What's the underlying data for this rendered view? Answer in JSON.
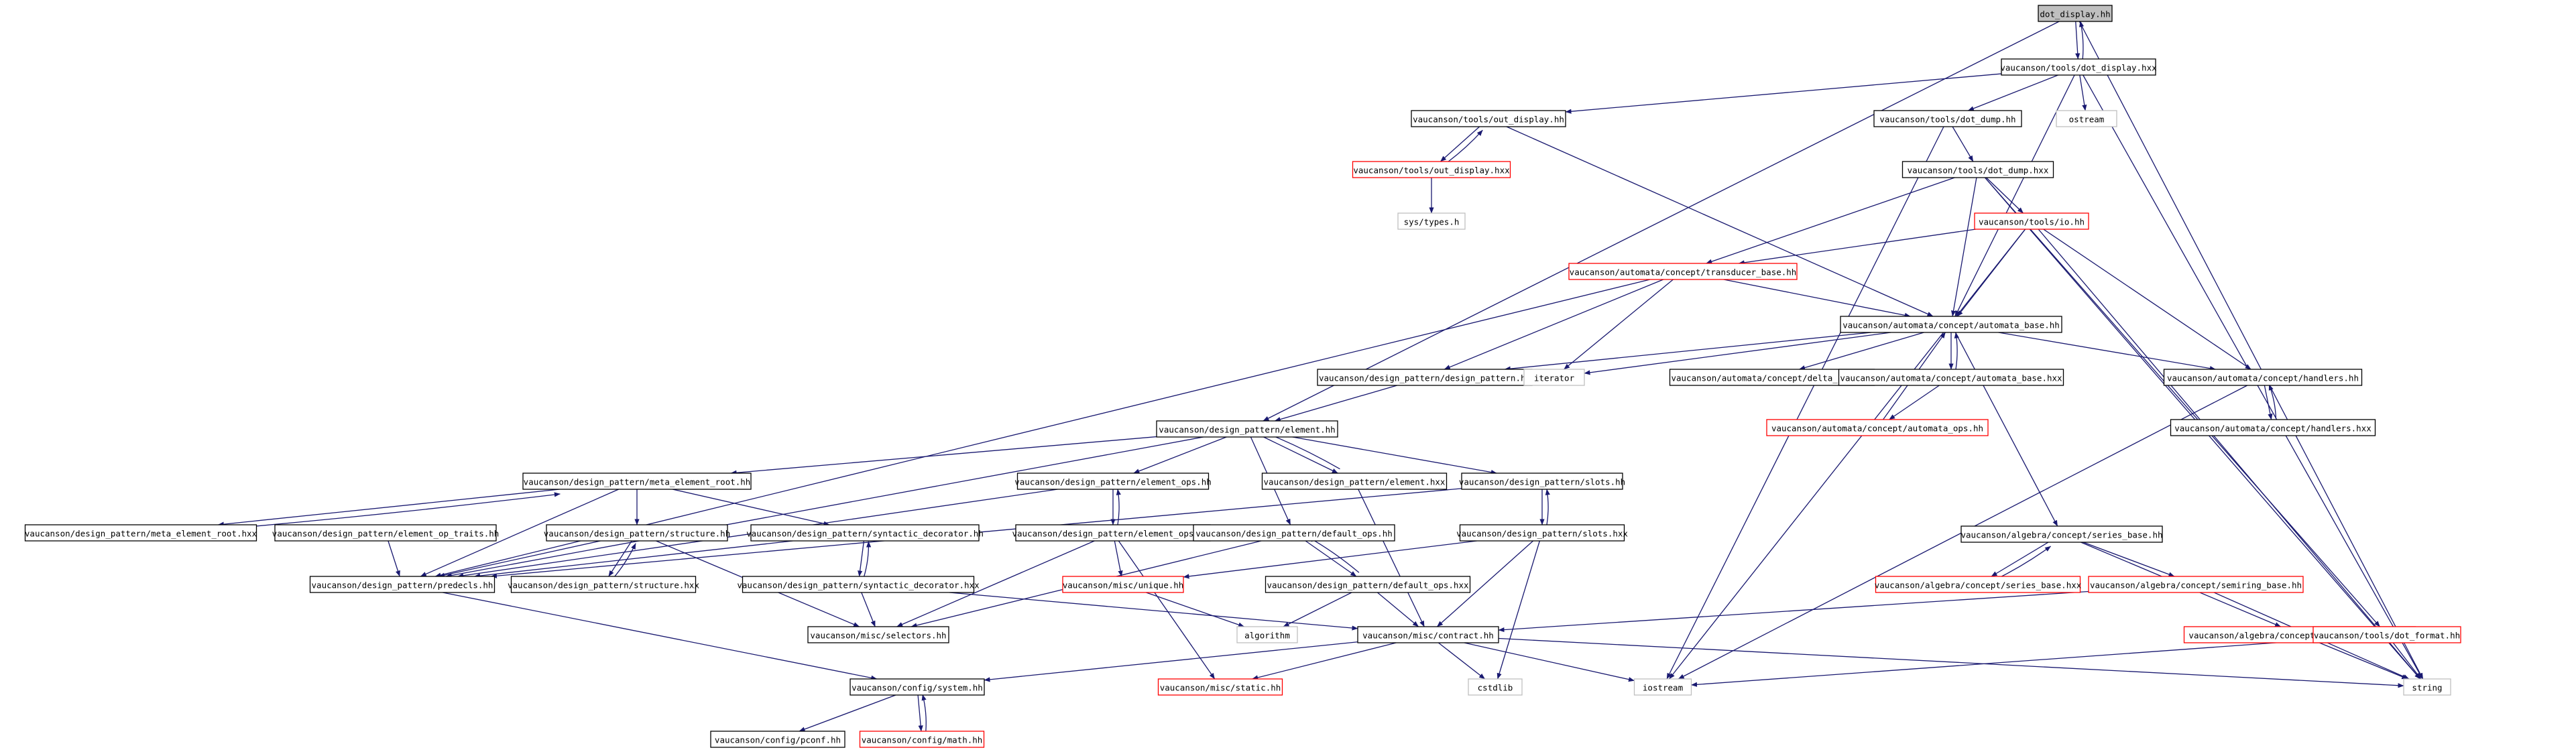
{
  "colors": {
    "edge": "#191970",
    "box_border": "#000000",
    "missing_border": "#ff0000",
    "external_border": "#bfbfbf",
    "root_fill": "#bfbfbf",
    "fill": "#ffffff"
  },
  "nodes": [
    {
      "id": "dot_display_hh",
      "label": "dot_display.hh",
      "kind": "root"
    },
    {
      "id": "tools_dot_display_hxx",
      "label": "vaucanson/tools/dot_display.hxx",
      "kind": "normal"
    },
    {
      "id": "tools_out_display_hh",
      "label": "vaucanson/tools/out_display.hh",
      "kind": "normal"
    },
    {
      "id": "tools_dot_dump_hh",
      "label": "vaucanson/tools/dot_dump.hh",
      "kind": "normal"
    },
    {
      "id": "ostream",
      "label": "ostream",
      "kind": "external"
    },
    {
      "id": "tools_out_display_hxx",
      "label": "vaucanson/tools/out_display.hxx",
      "kind": "missing"
    },
    {
      "id": "tools_dot_dump_hxx",
      "label": "vaucanson/tools/dot_dump.hxx",
      "kind": "normal"
    },
    {
      "id": "sys_types_h",
      "label": "sys/types.h",
      "kind": "external"
    },
    {
      "id": "tools_io_hh",
      "label": "vaucanson/tools/io.hh",
      "kind": "missing"
    },
    {
      "id": "transducer_base_hh",
      "label": "vaucanson/automata/concept/transducer_base.hh",
      "kind": "missing"
    },
    {
      "id": "automata_base_hh",
      "label": "vaucanson/automata/concept/automata_base.hh",
      "kind": "normal"
    },
    {
      "id": "design_pattern_hh",
      "label": "vaucanson/design_pattern/design_pattern.hh",
      "kind": "normal"
    },
    {
      "id": "iterator",
      "label": "iterator",
      "kind": "external"
    },
    {
      "id": "delta_kind_hh",
      "label": "vaucanson/automata/concept/delta_kind.hh",
      "kind": "normal"
    },
    {
      "id": "automata_base_hxx",
      "label": "vaucanson/automata/concept/automata_base.hxx",
      "kind": "normal"
    },
    {
      "id": "handlers_hh",
      "label": "vaucanson/automata/concept/handlers.hh",
      "kind": "normal"
    },
    {
      "id": "handlers_hxx",
      "label": "vaucanson/automata/concept/handlers.hxx",
      "kind": "normal"
    },
    {
      "id": "automata_ops_hh",
      "label": "vaucanson/automata/concept/automata_ops.hh",
      "kind": "missing"
    },
    {
      "id": "element_hh",
      "label": "vaucanson/design_pattern/element.hh",
      "kind": "normal"
    },
    {
      "id": "meta_element_root_hh",
      "label": "vaucanson/design_pattern/meta_element_root.hh",
      "kind": "normal"
    },
    {
      "id": "element_ops_hh",
      "label": "vaucanson/design_pattern/element_ops.hh",
      "kind": "normal"
    },
    {
      "id": "element_hxx",
      "label": "vaucanson/design_pattern/element.hxx",
      "kind": "normal"
    },
    {
      "id": "slots_hh",
      "label": "vaucanson/design_pattern/slots.hh",
      "kind": "normal"
    },
    {
      "id": "meta_element_root_hxx",
      "label": "vaucanson/design_pattern/meta_element_root.hxx",
      "kind": "normal"
    },
    {
      "id": "element_op_traits_hh",
      "label": "vaucanson/design_pattern/element_op_traits.hh",
      "kind": "normal"
    },
    {
      "id": "structure_hh",
      "label": "vaucanson/design_pattern/structure.hh",
      "kind": "normal"
    },
    {
      "id": "syntactic_decorator_hh",
      "label": "vaucanson/design_pattern/syntactic_decorator.hh",
      "kind": "normal"
    },
    {
      "id": "element_ops_hxx",
      "label": "vaucanson/design_pattern/element_ops.hxx",
      "kind": "normal"
    },
    {
      "id": "default_ops_hh",
      "label": "vaucanson/design_pattern/default_ops.hh",
      "kind": "normal"
    },
    {
      "id": "slots_hxx",
      "label": "vaucanson/design_pattern/slots.hxx",
      "kind": "normal"
    },
    {
      "id": "predecls_hh",
      "label": "vaucanson/design_pattern/predecls.hh",
      "kind": "normal"
    },
    {
      "id": "structure_hxx",
      "label": "vaucanson/design_pattern/structure.hxx",
      "kind": "normal"
    },
    {
      "id": "syntactic_decorator_hxx",
      "label": "vaucanson/design_pattern/syntactic_decorator.hxx",
      "kind": "normal"
    },
    {
      "id": "misc_unique_hh",
      "label": "vaucanson/misc/unique.hh",
      "kind": "missing"
    },
    {
      "id": "default_ops_hxx",
      "label": "vaucanson/design_pattern/default_ops.hxx",
      "kind": "normal"
    },
    {
      "id": "misc_selectors_hh",
      "label": "vaucanson/misc/selectors.hh",
      "kind": "normal"
    },
    {
      "id": "algorithm",
      "label": "algorithm",
      "kind": "external"
    },
    {
      "id": "misc_contract_hh",
      "label": "vaucanson/misc/contract.hh",
      "kind": "normal"
    },
    {
      "id": "series_base_hh",
      "label": "vaucanson/algebra/concept/series_base.hh",
      "kind": "normal"
    },
    {
      "id": "series_base_hxx",
      "label": "vaucanson/algebra/concept/series_base.hxx",
      "kind": "missing"
    },
    {
      "id": "semiring_base_hh",
      "label": "vaucanson/algebra/concept/semiring_base.hh",
      "kind": "missing"
    },
    {
      "id": "freemonoid_base_hh",
      "label": "vaucanson/algebra/concept/freemonoid_base.hh",
      "kind": "missing"
    },
    {
      "id": "dot_format_hh",
      "label": "vaucanson/tools/dot_format.hh",
      "kind": "missing"
    },
    {
      "id": "config_system_hh",
      "label": "vaucanson/config/system.hh",
      "kind": "normal"
    },
    {
      "id": "misc_static_hh",
      "label": "vaucanson/misc/static.hh",
      "kind": "missing"
    },
    {
      "id": "cstdlib",
      "label": "cstdlib",
      "kind": "external"
    },
    {
      "id": "iostream",
      "label": "iostream",
      "kind": "external"
    },
    {
      "id": "string",
      "label": "string",
      "kind": "external"
    },
    {
      "id": "config_pconf_hh",
      "label": "vaucanson/config/pconf.hh",
      "kind": "normal"
    },
    {
      "id": "config_math_hh",
      "label": "vaucanson/config/math.hh",
      "kind": "missing"
    }
  ],
  "edges": [
    [
      "dot_display_hh",
      "tools_dot_display_hxx"
    ],
    [
      "tools_dot_display_hxx",
      "dot_display_hh"
    ],
    [
      "dot_display_hh",
      "element_hh"
    ],
    [
      "dot_display_hh",
      "string"
    ],
    [
      "tools_dot_display_hxx",
      "tools_out_display_hh"
    ],
    [
      "tools_dot_display_hxx",
      "tools_dot_dump_hh"
    ],
    [
      "tools_dot_display_hxx",
      "ostream"
    ],
    [
      "tools_dot_display_hxx",
      "automata_base_hh"
    ],
    [
      "tools_dot_display_hxx",
      "string"
    ],
    [
      "tools_out_display_hh",
      "tools_out_display_hxx"
    ],
    [
      "tools_out_display_hxx",
      "tools_out_display_hh"
    ],
    [
      "tools_out_display_hh",
      "automata_base_hh"
    ],
    [
      "tools_out_display_hxx",
      "sys_types_h"
    ],
    [
      "tools_dot_dump_hh",
      "tools_dot_dump_hxx"
    ],
    [
      "tools_dot_dump_hh",
      "iostream"
    ],
    [
      "tools_dot_dump_hxx",
      "tools_io_hh"
    ],
    [
      "tools_dot_dump_hxx",
      "transducer_base_hh"
    ],
    [
      "tools_dot_dump_hxx",
      "automata_base_hh"
    ],
    [
      "tools_dot_dump_hxx",
      "dot_format_hh"
    ],
    [
      "tools_dot_dump_hxx",
      "string"
    ],
    [
      "tools_io_hh",
      "transducer_base_hh"
    ],
    [
      "tools_io_hh",
      "automata_base_hh"
    ],
    [
      "tools_io_hh",
      "handlers_hh"
    ],
    [
      "tools_io_hh",
      "iostream"
    ],
    [
      "tools_io_hh",
      "string"
    ],
    [
      "transducer_base_hh",
      "automata_base_hh"
    ],
    [
      "transducer_base_hh",
      "design_pattern_hh"
    ],
    [
      "transducer_base_hh",
      "iterator"
    ],
    [
      "transducer_base_hh",
      "predecls_hh"
    ],
    [
      "automata_base_hh",
      "design_pattern_hh"
    ],
    [
      "automata_base_hh",
      "iterator"
    ],
    [
      "automata_base_hh",
      "delta_kind_hh"
    ],
    [
      "automata_base_hh",
      "automata_base_hxx"
    ],
    [
      "automata_base_hxx",
      "automata_base_hh"
    ],
    [
      "automata_base_hh",
      "handlers_hh"
    ],
    [
      "automata_base_hh",
      "series_base_hh"
    ],
    [
      "automata_ops_hh",
      "automata_base_hh"
    ],
    [
      "automata_base_hxx",
      "automata_ops_hh"
    ],
    [
      "handlers_hh",
      "handlers_hxx"
    ],
    [
      "handlers_hxx",
      "handlers_hh"
    ],
    [
      "handlers_hh",
      "iostream"
    ],
    [
      "design_pattern_hh",
      "element_hh"
    ],
    [
      "element_hh",
      "meta_element_root_hh"
    ],
    [
      "element_hh",
      "element_ops_hh"
    ],
    [
      "element_hh",
      "element_hxx"
    ],
    [
      "element_hxx",
      "element_hh"
    ],
    [
      "element_hh",
      "slots_hh"
    ],
    [
      "element_hh",
      "default_ops_hh"
    ],
    [
      "element_hh",
      "predecls_hh"
    ],
    [
      "meta_element_root_hh",
      "meta_element_root_hxx"
    ],
    [
      "meta_element_root_hxx",
      "meta_element_root_hh"
    ],
    [
      "meta_element_root_hh",
      "structure_hh"
    ],
    [
      "meta_element_root_hh",
      "syntactic_decorator_hh"
    ],
    [
      "meta_element_root_hh",
      "predecls_hh"
    ],
    [
      "element_ops_hh",
      "element_ops_hxx"
    ],
    [
      "element_ops_hxx",
      "element_ops_hh"
    ],
    [
      "element_ops_hh",
      "predecls_hh"
    ],
    [
      "element_ops_hxx",
      "misc_unique_hh"
    ],
    [
      "element_ops_hxx",
      "misc_selectors_hh"
    ],
    [
      "element_ops_hxx",
      "misc_static_hh"
    ],
    [
      "element_hxx",
      "misc_contract_hh"
    ],
    [
      "slots_hh",
      "slots_hxx"
    ],
    [
      "slots_hxx",
      "slots_hh"
    ],
    [
      "slots_hh",
      "predecls_hh"
    ],
    [
      "slots_hxx",
      "misc_contract_hh"
    ],
    [
      "slots_hxx",
      "misc_unique_hh"
    ],
    [
      "slots_hxx",
      "cstdlib"
    ],
    [
      "element_op_traits_hh",
      "predecls_hh"
    ],
    [
      "structure_hh",
      "structure_hxx"
    ],
    [
      "structure_hxx",
      "structure_hh"
    ],
    [
      "structure_hh",
      "predecls_hh"
    ],
    [
      "structure_hh",
      "misc_selectors_hh"
    ],
    [
      "syntactic_decorator_hh",
      "syntactic_decorator_hxx"
    ],
    [
      "syntactic_decorator_hxx",
      "syntactic_decorator_hh"
    ],
    [
      "syntactic_decorator_hh",
      "predecls_hh"
    ],
    [
      "syntactic_decorator_hxx",
      "misc_contract_hh"
    ],
    [
      "syntactic_decorator_hxx",
      "misc_selectors_hh"
    ],
    [
      "default_ops_hh",
      "default_ops_hxx"
    ],
    [
      "default_ops_hxx",
      "default_ops_hh"
    ],
    [
      "default_ops_hh",
      "misc_selectors_hh"
    ],
    [
      "default_ops_hxx",
      "algorithm"
    ],
    [
      "default_ops_hxx",
      "misc_contract_hh"
    ],
    [
      "predecls_hh",
      "config_system_hh"
    ],
    [
      "misc_unique_hh",
      "algorithm"
    ],
    [
      "misc_contract_hh",
      "config_system_hh"
    ],
    [
      "misc_contract_hh",
      "misc_static_hh"
    ],
    [
      "misc_contract_hh",
      "cstdlib"
    ],
    [
      "misc_contract_hh",
      "iostream"
    ],
    [
      "misc_contract_hh",
      "string"
    ],
    [
      "series_base_hh",
      "series_base_hxx"
    ],
    [
      "series_base_hxx",
      "series_base_hh"
    ],
    [
      "series_base_hh",
      "semiring_base_hh"
    ],
    [
      "series_base_hh",
      "freemonoid_base_hh"
    ],
    [
      "semiring_base_hh",
      "misc_contract_hh"
    ],
    [
      "semiring_base_hh",
      "string"
    ],
    [
      "freemonoid_base_hh",
      "string"
    ],
    [
      "dot_format_hh",
      "iostream"
    ],
    [
      "dot_format_hh",
      "string"
    ],
    [
      "config_system_hh",
      "config_pconf_hh"
    ],
    [
      "config_system_hh",
      "config_math_hh"
    ],
    [
      "config_math_hh",
      "config_system_hh"
    ]
  ]
}
